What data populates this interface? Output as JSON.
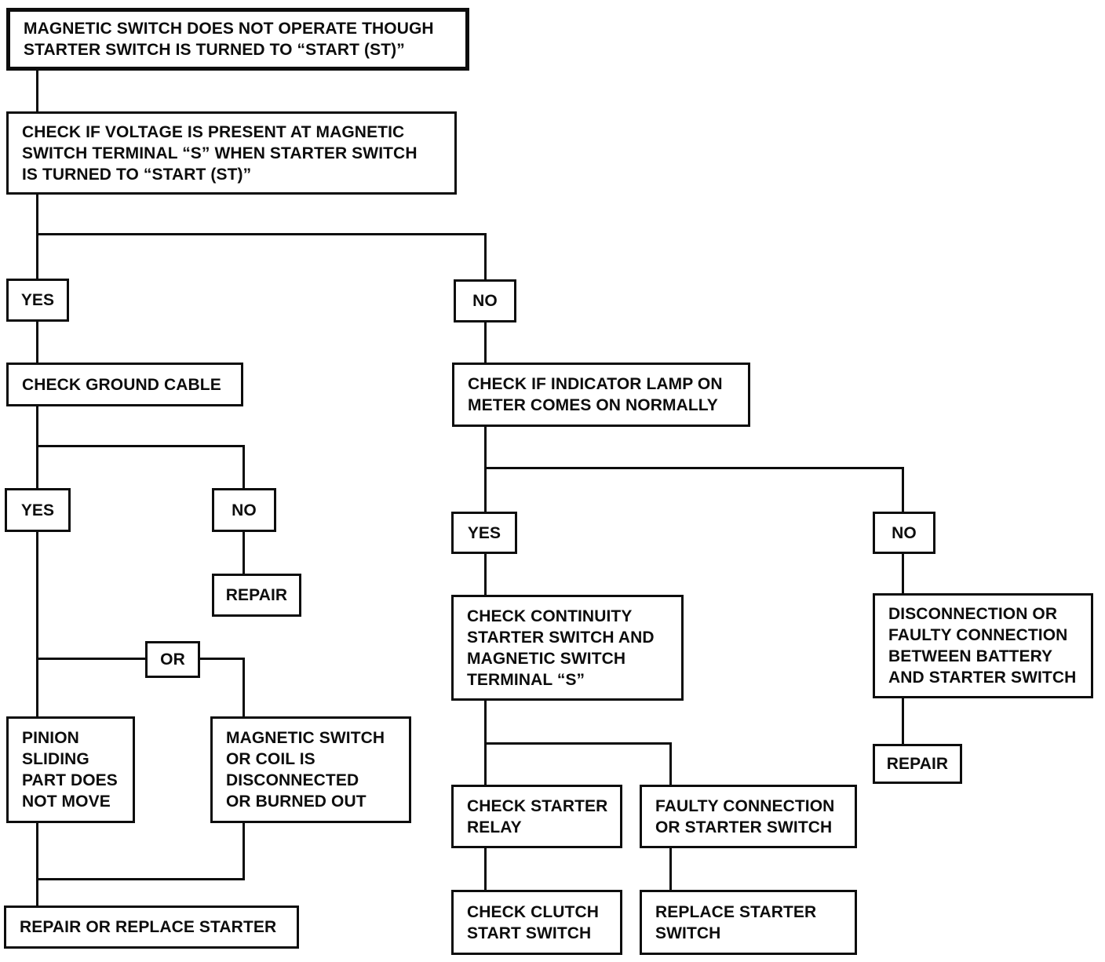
{
  "diagram": {
    "type": "troubleshooting-flowchart",
    "colors": {
      "ink": "#0d0d0d",
      "paper": "#ffffff"
    },
    "nodes": {
      "start": "MAGNETIC SWITCH DOES NOT OPERATE THOUGH\nSTARTER SWITCH IS TURNED TO “START (ST)”",
      "check_voltage": "CHECK IF VOLTAGE IS PRESENT AT MAGNETIC\nSWITCH TERMINAL “S” WHEN STARTER SWITCH\nIS TURNED TO “START (ST)”",
      "yes_1": "YES",
      "no_1": "NO",
      "check_ground": "CHECK GROUND CABLE",
      "check_indicator": "CHECK IF INDICATOR LAMP ON\nMETER COMES ON NORMALLY",
      "yes_2": "YES",
      "no_2": "NO",
      "repair_1": "REPAIR",
      "or_label": "OR",
      "pinion": "PINION\nSLIDING\nPART DOES\nNOT MOVE",
      "magnetic_coil": "MAGNETIC SWITCH\nOR COIL IS\nDISCONNECTED\nOR BURNED OUT",
      "repair_replace": "REPAIR OR REPLACE STARTER",
      "yes_3": "YES",
      "no_3": "NO",
      "check_continuity": "CHECK CONTINUITY\nSTARTER SWITCH AND\nMAGNETIC SWITCH\nTERMINAL “S”",
      "disconnection": "DISCONNECTION OR\nFAULTY CONNECTION\nBETWEEN BATTERY\nAND STARTER SWITCH",
      "repair_2": "REPAIR",
      "check_starter_relay": "CHECK STARTER\nRELAY",
      "faulty_connection": "FAULTY CONNECTION\nOR STARTER SWITCH",
      "check_clutch": "CHECK CLUTCH\nSTART SWITCH",
      "replace_starter_switch": "REPLACE STARTER\nSWITCH"
    }
  }
}
